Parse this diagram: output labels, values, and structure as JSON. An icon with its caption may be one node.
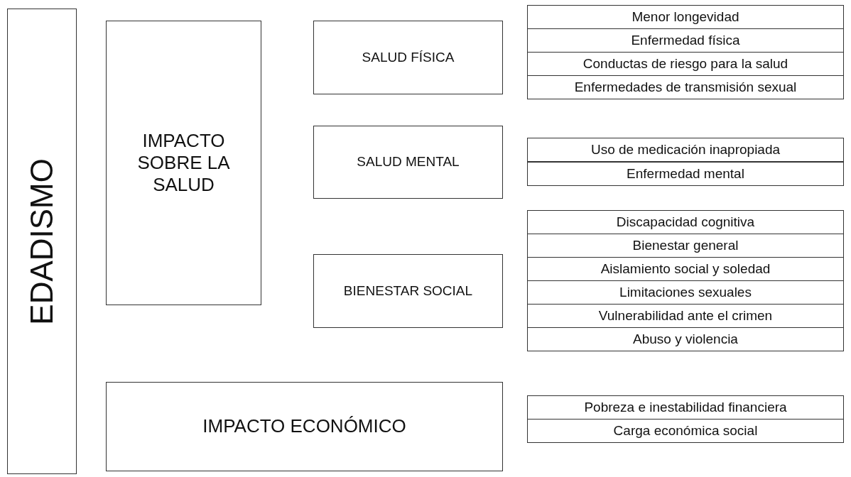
{
  "diagram": {
    "nodes": [
      {
        "text": [
          "EDADISMO"
        ]
      },
      {
        "text": [
          "IMPACTO SOBRE LA SALUD"
        ]
      },
      {
        "text": [
          "SALUD FÍSICA"
        ]
      },
      {
        "text": [
          "SALUD MENTAL"
        ]
      },
      {
        "text": [
          "BIENESTAR SOCIAL"
        ]
      },
      {
        "text": [
          "IMPACTO ECONÓMICO"
        ]
      },
      {
        "text": [
          "Menor longevidad"
        ]
      },
      {
        "text": [
          "Enfermedad física"
        ]
      },
      {
        "text": [
          "Conductas de riesgo para la salud"
        ]
      },
      {
        "text": [
          "Enfermedades de transmisión sexual"
        ]
      },
      {
        "text": [
          "Uso de medicación inapropiada"
        ]
      },
      {
        "text": [
          "Enfermedad mental"
        ]
      },
      {
        "text": [
          "Discapacidad cognitiva"
        ]
      },
      {
        "text": [
          "Bienestar general"
        ]
      },
      {
        "text": [
          "Aislamiento social y soledad"
        ]
      },
      {
        "text": [
          "Limitaciones sexuales"
        ]
      },
      {
        "text": [
          "Vulnerabilidad ante el crimen"
        ]
      },
      {
        "text": [
          "Abuso y violencia"
        ]
      },
      {
        "text": [
          "Pobreza e inestabilidad financiera"
        ]
      },
      {
        "text": [
          "Carga económica social"
        ]
      }
    ]
  }
}
